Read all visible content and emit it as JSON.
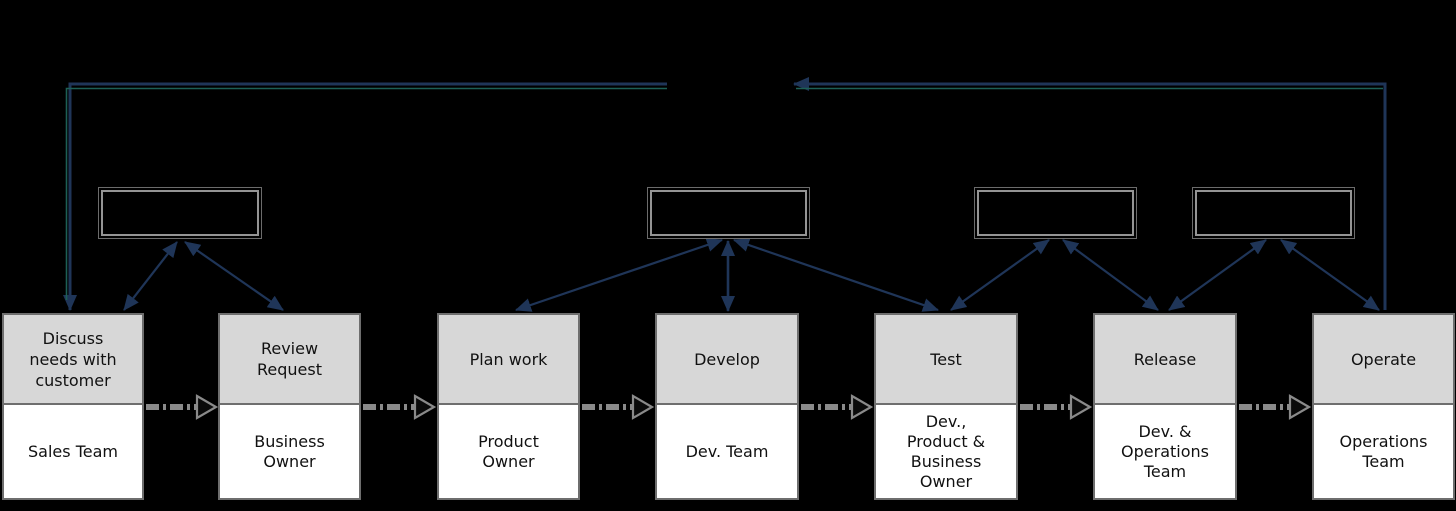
{
  "diagram_title": "",
  "stages": [
    {
      "activity": "Discuss\nneeds with\ncustomer",
      "team": "Sales Team"
    },
    {
      "activity": "Review\nRequest",
      "team": "Business\nOwner"
    },
    {
      "activity": "Plan work",
      "team": "Product\nOwner"
    },
    {
      "activity": "Develop",
      "team": "Dev. Team"
    },
    {
      "activity": "Test",
      "team": "Dev.,\nProduct &\nBusiness\nOwner"
    },
    {
      "activity": "Release",
      "team": "Dev. &\nOperations\nTeam"
    },
    {
      "activity": "Operate",
      "team": "Operations\nTeam"
    }
  ],
  "info_boxes": [
    {
      "label": ""
    },
    {
      "label": ""
    },
    {
      "label": ""
    },
    {
      "label": ""
    }
  ],
  "colors": {
    "background": "#000000",
    "stage_fill_top": "#d7d7d7",
    "stage_fill_bottom": "#ffffff",
    "stage_border": "#6e6e6e",
    "info_box_border": "#949494",
    "connector_navy": "#1f3558",
    "connector_teal": "#1d5f55",
    "flow_dash_gray": "#8a8a8a"
  }
}
